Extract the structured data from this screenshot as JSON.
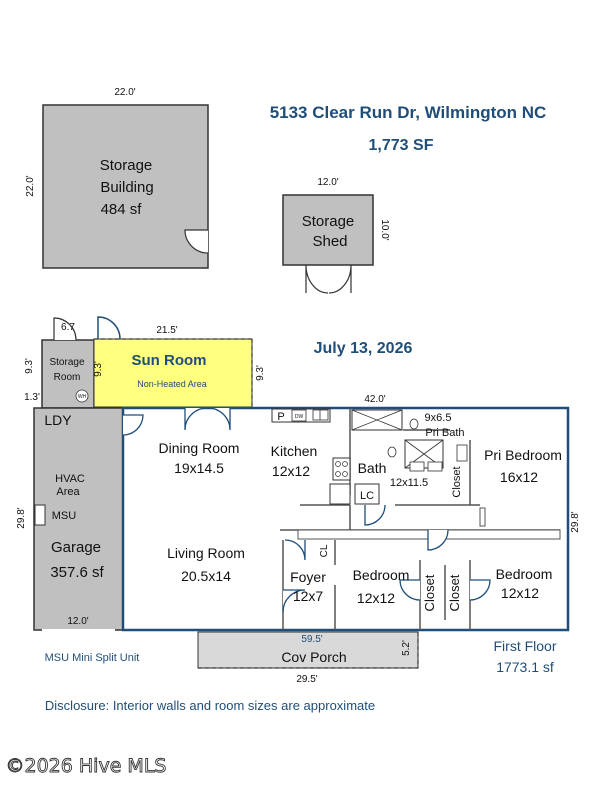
{
  "header": {
    "address": "5133 Clear Run Dr, Wilmington NC",
    "total_area": "1,773 SF",
    "date": "July 13, 2026"
  },
  "storage_building": {
    "label_line1": "Storage",
    "label_line2": "Building",
    "area": "484 sf",
    "dim_top": "22.0'",
    "dim_left": "22.0'"
  },
  "storage_shed": {
    "label_line1": "Storage",
    "label_line2": "Shed",
    "dim_top": "12.0'",
    "dim_right": "10.0'"
  },
  "sun_room": {
    "label": "Sun Room",
    "note": "Non-Heated Area",
    "dim_top": "21.5'",
    "dim_left": "9.3'",
    "dim_right": "9.3'"
  },
  "storage_room": {
    "label_line1": "Storage",
    "label_line2": "Room",
    "dim_top": "6.7",
    "dim_left": "9.3'",
    "dim_bottom": "1.3'",
    "wh": "WH"
  },
  "garage": {
    "ldy": "LDY",
    "hvac_line1": "HVAC",
    "hvac_line2": "Area",
    "msu": "MSU",
    "label": "Garage",
    "area": "357.6 sf",
    "dim_left": "29.8'",
    "dim_bottom": "12.0'"
  },
  "rooms": {
    "dining_name": "Dining Room",
    "dining_size": "19x14.5",
    "kitchen_name": "Kitchen",
    "kitchen_size": "12x12",
    "pantry": "P",
    "dishwasher": "DW",
    "living_name": "Living Room",
    "living_size": "20.5x14",
    "bath_name": "Bath",
    "bath_size": "12x11.5",
    "linen_closet": "LC",
    "pri_bath_size": "9x6.5",
    "pri_bath_name": "Pri Bath",
    "pri_bedroom_name": "Pri Bedroom",
    "pri_bedroom_size": "16x12",
    "closet_pri": "Closet",
    "foyer_name": "Foyer",
    "foyer_size": "12x7",
    "cl": "CL",
    "bedroom2_name": "Bedroom",
    "bedroom2_size": "12x12",
    "bedroom3_name": "Bedroom",
    "bedroom3_size": "12x12",
    "closet_a": "Closet",
    "closet_b": "Closet"
  },
  "house": {
    "dim_top": "42.0'",
    "dim_right": "29.8'"
  },
  "porch": {
    "label": "Cov Porch",
    "dim_top": "59.5'",
    "dim_right": "5.2'",
    "dim_bottom": "29.5'"
  },
  "footer": {
    "msu_legend": "MSU  Mini Split Unit",
    "floor_label": "First Floor",
    "floor_area": "1773.1 sf",
    "disclosure": "Disclosure: Interior walls and room sizes are approximate",
    "watermark": "©2026 Hive MLS"
  },
  "colors": {
    "wall": "#1f4e79",
    "structure_fill": "#c0c0c0",
    "sun_room_fill": "#ffff80",
    "porch_fill": "#d9d9d9",
    "text_blue": "#1f4e79"
  }
}
